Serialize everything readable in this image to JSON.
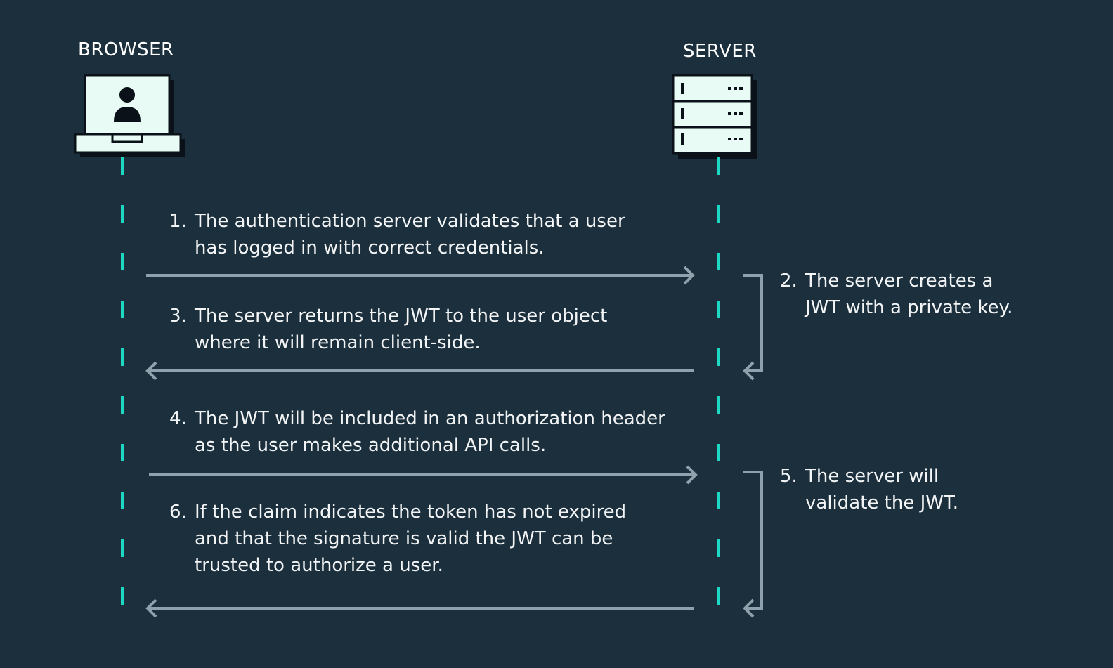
{
  "actors": {
    "browser": {
      "label": "BROWSER",
      "icon": "laptop-user-icon"
    },
    "server": {
      "label": "SERVER",
      "icon": "server-rack-icon"
    }
  },
  "steps": [
    {
      "num": "1.",
      "text": "The authentication server validates that a user\nhas logged in with correct credentials."
    },
    {
      "num": "2.",
      "text": "The server creates a\nJWT with a private key."
    },
    {
      "num": "3.",
      "text": "The server returns the JWT to the user object\nwhere it will remain client-side."
    },
    {
      "num": "4.",
      "text": "The JWT will be included in an authorization header\nas the user makes additional API calls."
    },
    {
      "num": "5.",
      "text": "The server will\nvalidate the JWT."
    },
    {
      "num": "6.",
      "text": " If the claim indicates the token has not expired\nand that the signature is valid the JWT can be\ntrusted to authorize a user."
    }
  ],
  "colors": {
    "background": "#1b2f3c",
    "lifeline": "#1fd8c4",
    "arrow": "#8ea1ad",
    "icon_fill": "#e8fbf5",
    "icon_outline": "#0a1118",
    "text": "#f2f4f5"
  }
}
